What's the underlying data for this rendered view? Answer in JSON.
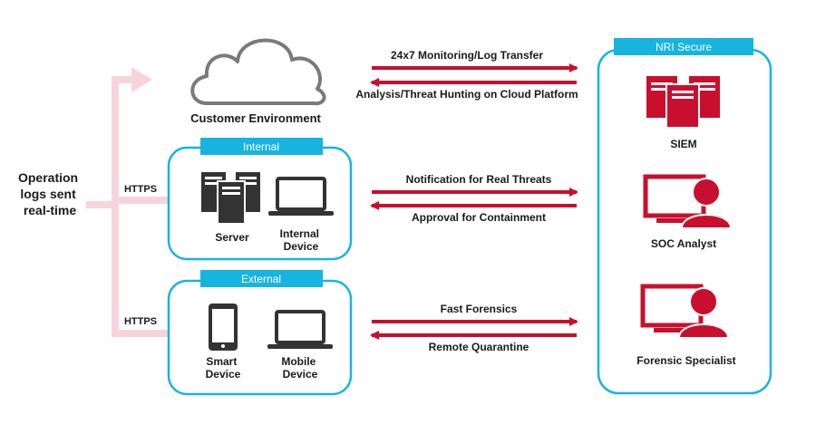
{
  "colors": {
    "accent_blue": "#18b4e0",
    "threat_red": "#c8102e",
    "flow_pink": "#f7d4dc",
    "icon_dark": "#333333",
    "text": "#1a1a1a"
  },
  "cloud": {
    "label": "Customer Environment",
    "icon": "cloud-icon"
  },
  "operation_logs": {
    "line1": "Operation",
    "line2": "logs sent",
    "line3": "real-time"
  },
  "https": {
    "internal": "HTTPS",
    "external": "HTTPS"
  },
  "internal": {
    "title": "Internal",
    "server": {
      "label": "Server",
      "icon": "server-icon"
    },
    "device": {
      "line1": "Internal",
      "line2": "Device",
      "icon": "laptop-icon"
    }
  },
  "external": {
    "title": "External",
    "smart": {
      "line1": "Smart",
      "line2": "Device",
      "icon": "smartphone-icon"
    },
    "mobile": {
      "line1": "Mobile",
      "line2": "Device",
      "icon": "laptop-icon"
    }
  },
  "arrows": {
    "monitoring": "24x7 Monitoring/Log Transfer",
    "analysis": "Analysis/Threat Hunting on Cloud Platform",
    "notification": "Notification for Real Threats",
    "approval": "Approval for Containment",
    "forensics": "Fast Forensics",
    "quarantine": "Remote Quarantine"
  },
  "nri": {
    "title": "NRI Secure",
    "siem": {
      "label": "SIEM",
      "icon": "siem-server-icon"
    },
    "soc": {
      "label": "SOC Analyst",
      "icon": "analyst-monitor-icon"
    },
    "forensic": {
      "label": "Forensic Specialist",
      "icon": "specialist-monitor-icon"
    }
  }
}
